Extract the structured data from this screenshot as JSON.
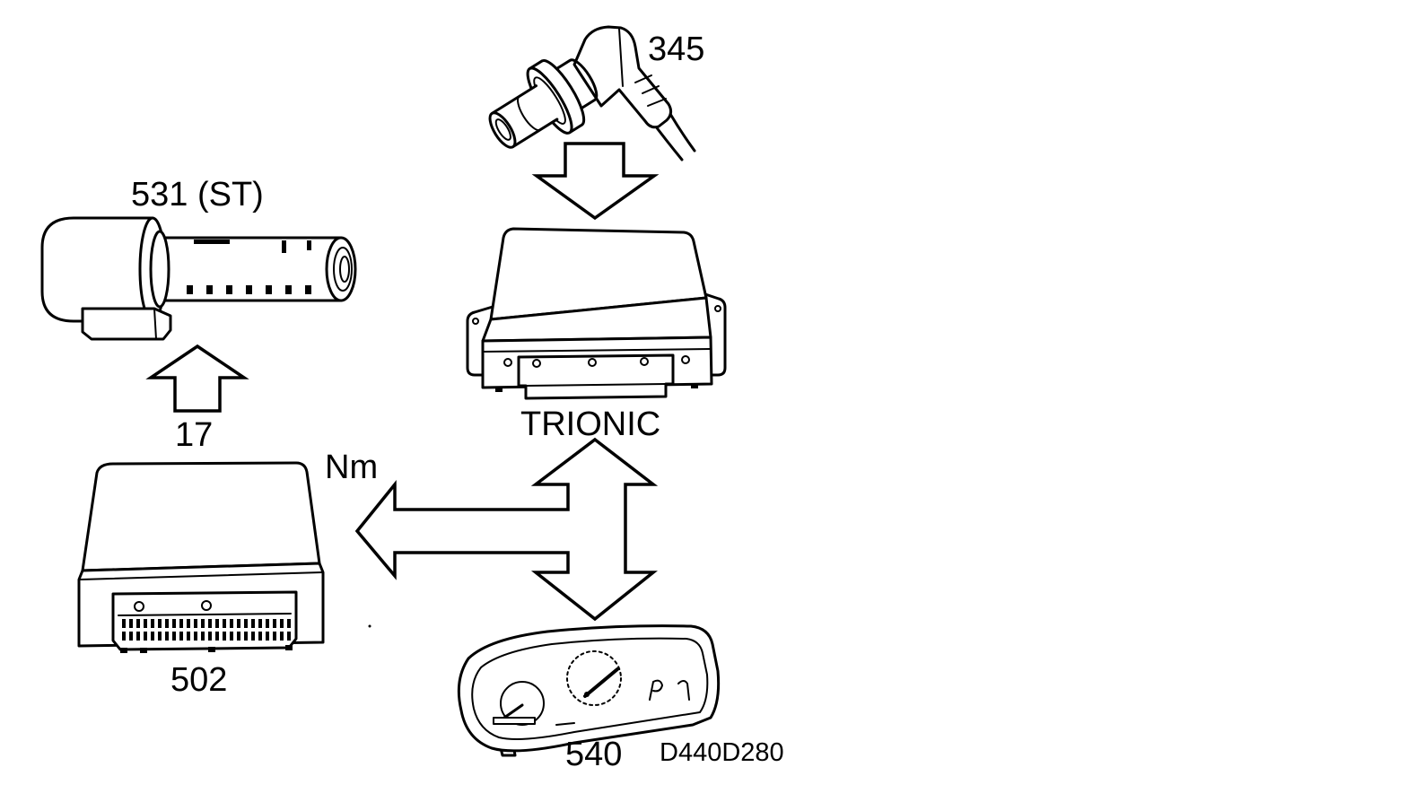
{
  "diagram": {
    "labels": {
      "sensor": "345",
      "solenoid": "531 (ST)",
      "signal": "17",
      "control_module": "502",
      "torque": "Nm",
      "engine_ecu": "TRIONIC",
      "instrument_cluster": "540",
      "figure_code": "D440D280"
    },
    "colors": {
      "line": "#000000",
      "background": "#ffffff"
    }
  }
}
